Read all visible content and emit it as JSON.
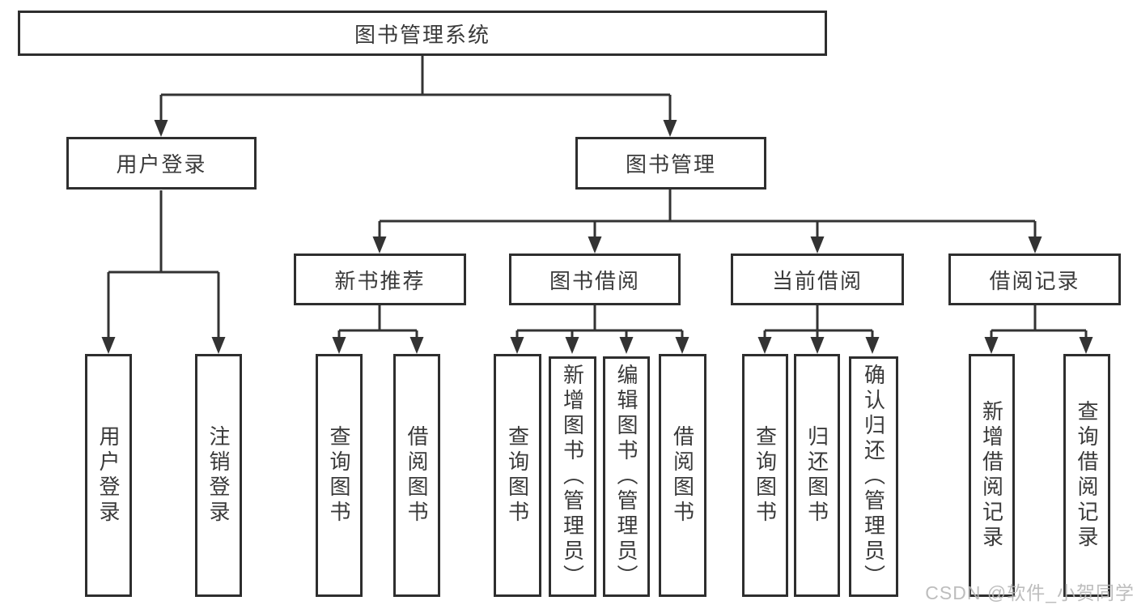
{
  "tree": {
    "label": "图书管理系统",
    "children": [
      {
        "label": "用户登录",
        "children": [
          {
            "label": "用户登录"
          },
          {
            "label": "注销登录"
          }
        ]
      },
      {
        "label": "图书管理",
        "children": [
          {
            "label": "新书推荐",
            "children": [
              {
                "label": "查询图书"
              },
              {
                "label": "借阅图书"
              }
            ]
          },
          {
            "label": "图书借阅",
            "children": [
              {
                "label": "查询图书"
              },
              {
                "label": "新增图书（管理员）"
              },
              {
                "label": "编辑图书（管理员）"
              },
              {
                "label": "借阅图书"
              }
            ]
          },
          {
            "label": "当前借阅",
            "children": [
              {
                "label": "查询图书"
              },
              {
                "label": "归还图书"
              },
              {
                "label": "确认归还（管理员）"
              }
            ]
          },
          {
            "label": "借阅记录",
            "children": [
              {
                "label": "新增借阅记录"
              },
              {
                "label": "查询借阅记录"
              }
            ]
          }
        ]
      }
    ]
  },
  "watermark": {
    "text": "CSDN @软件_小贺同学"
  },
  "colors": {
    "line": "#333333",
    "border": "#2e2e2e",
    "text": "#3a3a3a",
    "watermark": "#b5b5b5",
    "background": "#ffffff"
  }
}
